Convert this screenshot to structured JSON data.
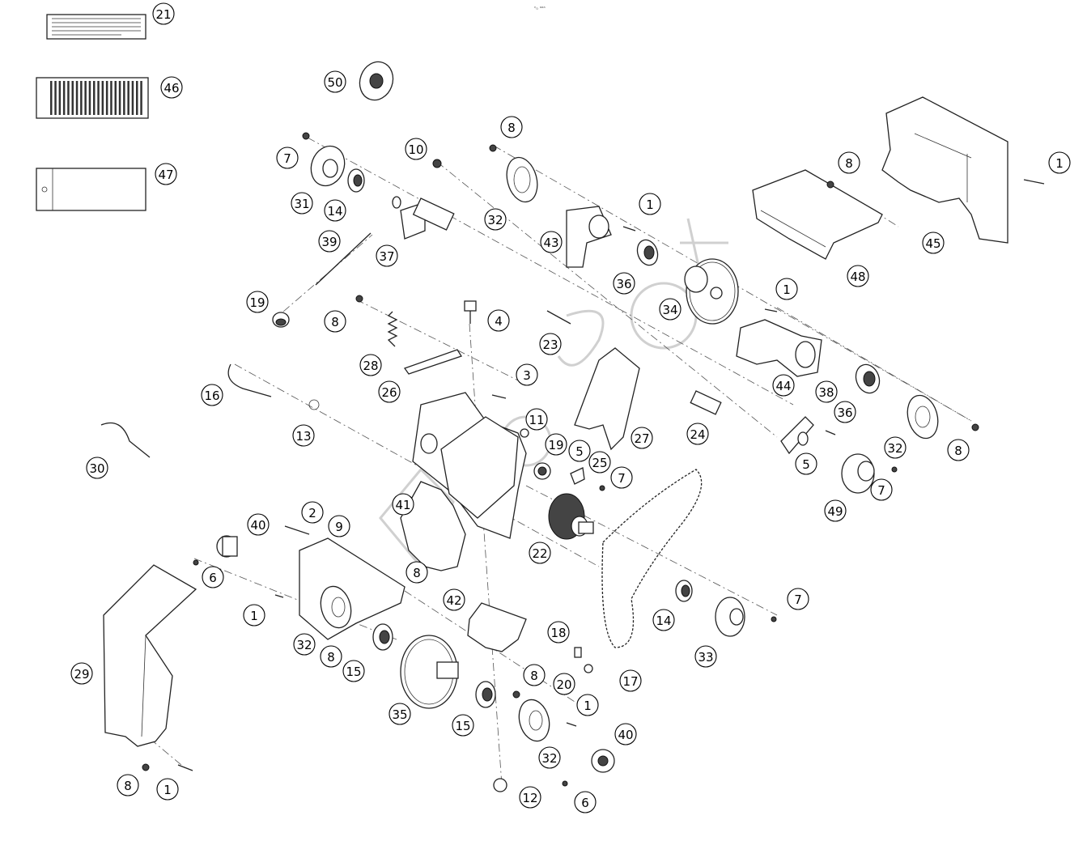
{
  "header": {
    "code": "ⁿ₀ ᵃᵃᵃ"
  },
  "diagram": {
    "type": "exploded parts diagram",
    "callouts": [
      {
        "id": "c21",
        "label": "21"
      },
      {
        "id": "c46",
        "label": "46"
      },
      {
        "id": "c47",
        "label": "47"
      },
      {
        "id": "c50",
        "label": "50"
      },
      {
        "id": "c8a",
        "label": "8"
      },
      {
        "id": "c7a",
        "label": "7"
      },
      {
        "id": "c10",
        "label": "10"
      },
      {
        "id": "c31",
        "label": "31"
      },
      {
        "id": "c14a",
        "label": "14"
      },
      {
        "id": "c32a",
        "label": "32"
      },
      {
        "id": "c37",
        "label": "37"
      },
      {
        "id": "c39",
        "label": "39"
      },
      {
        "id": "c43",
        "label": "43"
      },
      {
        "id": "c1a",
        "label": "1"
      },
      {
        "id": "c36a",
        "label": "36"
      },
      {
        "id": "c8b",
        "label": "8"
      },
      {
        "id": "c45",
        "label": "45"
      },
      {
        "id": "c1b",
        "label": "1"
      },
      {
        "id": "c48",
        "label": "48"
      },
      {
        "id": "c34",
        "label": "34"
      },
      {
        "id": "c1c",
        "label": "1"
      },
      {
        "id": "c19a",
        "label": "19"
      },
      {
        "id": "c8c",
        "label": "8"
      },
      {
        "id": "c4",
        "label": "4"
      },
      {
        "id": "c23",
        "label": "23"
      },
      {
        "id": "c28",
        "label": "28"
      },
      {
        "id": "c26",
        "label": "26"
      },
      {
        "id": "c3",
        "label": "3"
      },
      {
        "id": "c44",
        "label": "44"
      },
      {
        "id": "c16",
        "label": "16"
      },
      {
        "id": "c13",
        "label": "13"
      },
      {
        "id": "c11",
        "label": "11"
      },
      {
        "id": "c19b",
        "label": "19"
      },
      {
        "id": "c5a",
        "label": "5"
      },
      {
        "id": "c27",
        "label": "27"
      },
      {
        "id": "c24",
        "label": "24"
      },
      {
        "id": "c38",
        "label": "38"
      },
      {
        "id": "c36b",
        "label": "36"
      },
      {
        "id": "c32b",
        "label": "32"
      },
      {
        "id": "c8d",
        "label": "8"
      },
      {
        "id": "c5b",
        "label": "5"
      },
      {
        "id": "c30",
        "label": "30"
      },
      {
        "id": "c25",
        "label": "25"
      },
      {
        "id": "c7b",
        "label": "7"
      },
      {
        "id": "c7c",
        "label": "7"
      },
      {
        "id": "c49",
        "label": "49"
      },
      {
        "id": "c41",
        "label": "41"
      },
      {
        "id": "c2",
        "label": "2"
      },
      {
        "id": "c40a",
        "label": "40"
      },
      {
        "id": "c9",
        "label": "9"
      },
      {
        "id": "c22",
        "label": "22"
      },
      {
        "id": "c6a",
        "label": "6"
      },
      {
        "id": "c8e",
        "label": "8"
      },
      {
        "id": "c42",
        "label": "42"
      },
      {
        "id": "c1d",
        "label": "1"
      },
      {
        "id": "c7d",
        "label": "7"
      },
      {
        "id": "c14b",
        "label": "14"
      },
      {
        "id": "c32c",
        "label": "32"
      },
      {
        "id": "c8f",
        "label": "8"
      },
      {
        "id": "c15a",
        "label": "15"
      },
      {
        "id": "c18",
        "label": "18"
      },
      {
        "id": "c20",
        "label": "20"
      },
      {
        "id": "c17",
        "label": "17"
      },
      {
        "id": "c33",
        "label": "33"
      },
      {
        "id": "c29",
        "label": "29"
      },
      {
        "id": "c8g",
        "label": "8"
      },
      {
        "id": "c1e",
        "label": "1"
      },
      {
        "id": "c35",
        "label": "35"
      },
      {
        "id": "c15b",
        "label": "15"
      },
      {
        "id": "c32d",
        "label": "32"
      },
      {
        "id": "c40b",
        "label": "40"
      },
      {
        "id": "c12",
        "label": "12"
      },
      {
        "id": "c6b",
        "label": "6"
      },
      {
        "id": "c8h",
        "label": "8"
      },
      {
        "id": "c1f",
        "label": "1"
      }
    ]
  },
  "watermark": {
    "text": "mcsft"
  }
}
